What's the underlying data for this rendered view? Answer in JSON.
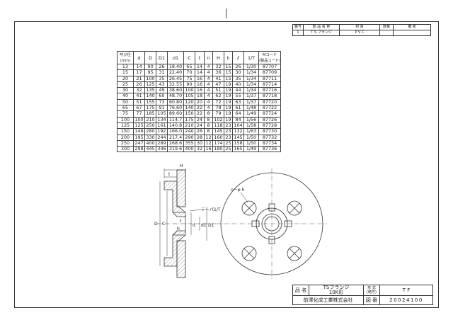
{
  "parts_list": {
    "headers": [
      "番号",
      "部 品 名 称",
      "材    質",
      "数量",
      "備    考"
    ],
    "row": [
      "1",
      "T S フランジ",
      "P V C",
      "",
      ""
    ]
  },
  "dimension_table": {
    "headers": [
      "呼び径\n(mm)",
      "d",
      "D",
      "D1",
      "d1",
      "C",
      "t",
      "n",
      "H",
      "h",
      "ℓ",
      "1/T",
      "Mコード\n(製品コード)"
    ],
    "rows": [
      [
        "13",
        "14",
        "90",
        "26",
        "18.40",
        "65",
        "14",
        "4",
        "32",
        "15",
        "26",
        "1/30",
        "87707"
      ],
      [
        "15",
        "17",
        "95",
        "31",
        "22.40",
        "70",
        "14",
        "4",
        "36",
        "15",
        "30",
        "1/34",
        "87709"
      ],
      [
        "20",
        "21",
        "100",
        "35",
        "26.45",
        "75",
        "16",
        "4",
        "41",
        "15",
        "35",
        "1/34",
        "87711"
      ],
      [
        "25",
        "26",
        "125",
        "43",
        "32.55",
        "90",
        "16",
        "4",
        "47",
        "19",
        "40",
        "1/34",
        "87714"
      ],
      [
        "30",
        "32",
        "135",
        "49",
        "38.60",
        "100",
        "16",
        "4",
        "51",
        "19",
        "44",
        "1/34",
        "87716"
      ],
      [
        "40",
        "41",
        "140",
        "60",
        "48.70",
        "105",
        "18",
        "4",
        "62",
        "19",
        "55",
        "1/37",
        "87718"
      ],
      [
        "50",
        "51",
        "155",
        "73",
        "60.80",
        "120",
        "20",
        "4",
        "72",
        "19",
        "63",
        "1/37",
        "87720"
      ],
      [
        "65",
        "67",
        "175",
        "91",
        "76.60",
        "140",
        "22",
        "4",
        "78",
        "19",
        "61",
        "1/48",
        "87722"
      ],
      [
        "75",
        "77",
        "185",
        "105",
        "89.60",
        "150",
        "22",
        "8",
        "79",
        "19",
        "64",
        "1/49",
        "87724"
      ],
      [
        "100",
        "100",
        "210",
        "134",
        "114.7",
        "175",
        "24",
        "8",
        "102",
        "19",
        "84",
        "1/56",
        "87726"
      ],
      [
        "125",
        "125",
        "250",
        "161",
        "140.8",
        "210",
        "24",
        "8",
        "118",
        "23",
        "104",
        "1/58",
        "87728"
      ],
      [
        "150",
        "146",
        "280",
        "192",
        "166.0",
        "240",
        "26",
        "8",
        "145",
        "23",
        "132",
        "1/63",
        "87730"
      ],
      [
        "200",
        "195",
        "330",
        "244",
        "217.4",
        "290",
        "28",
        "12",
        "160",
        "23",
        "145",
        "1/50",
        "87732"
      ],
      [
        "250",
        "247",
        "400",
        "289",
        "268.6",
        "355",
        "30",
        "12",
        "174",
        "25",
        "158",
        "1/50",
        "87734"
      ],
      [
        "300",
        "298",
        "445",
        "346",
        "319.6",
        "400",
        "32",
        "16",
        "180",
        "25",
        "165",
        "1/49",
        "87736"
      ]
    ]
  },
  "drawing_labels": {
    "H": "H",
    "t": "t",
    "taper": "テーパ1/T",
    "l": "ℓ",
    "h": "h",
    "D": "D",
    "C": "C",
    "d": "d",
    "d1": "d1",
    "D1": "D1",
    "holes": "n－φ h"
  },
  "title_block": {
    "name_label": "品 名",
    "name_value": "TSフランジ\n10K形",
    "type_label": "形 式\n(略号)",
    "type_value": "T F",
    "company": "前澤化成工業株式会社",
    "drawing_no_label": "図 番",
    "drawing_no": "20024100"
  }
}
